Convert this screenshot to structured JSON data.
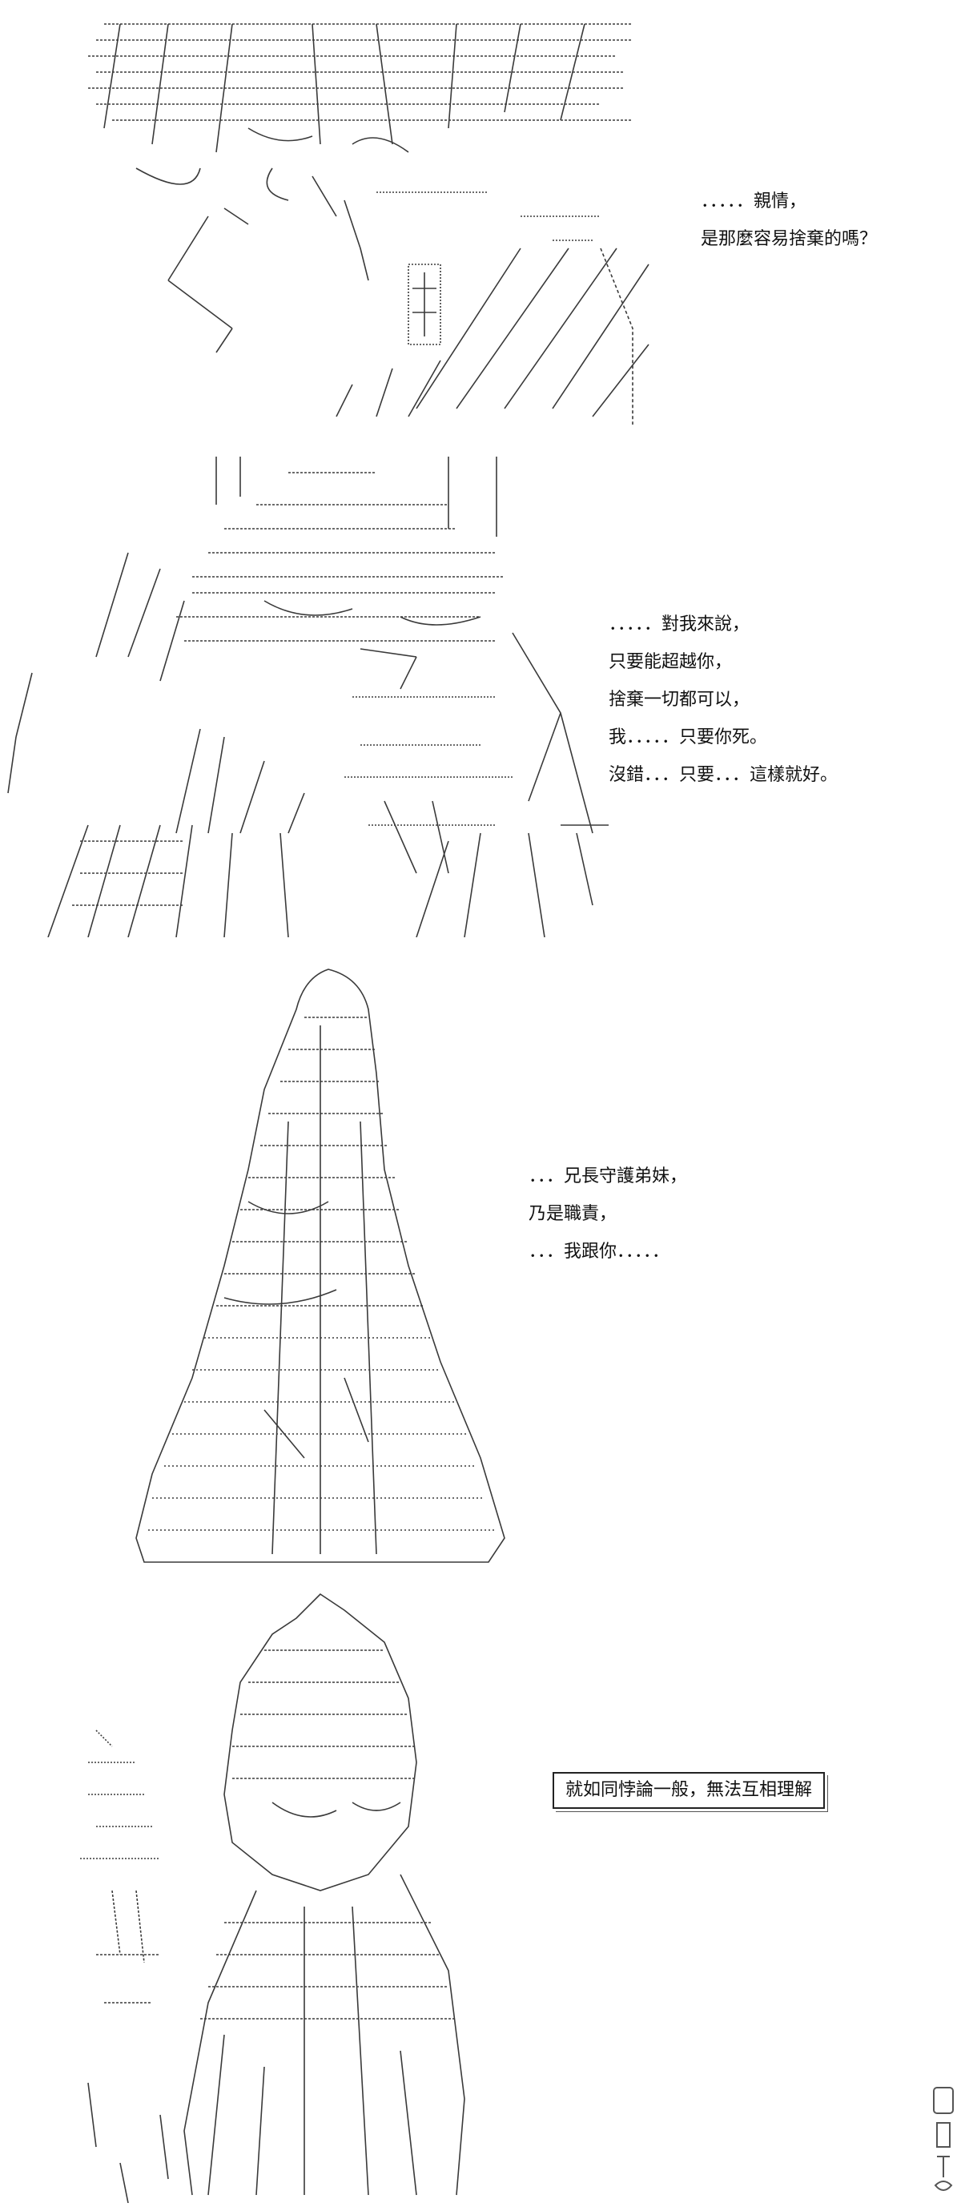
{
  "panels": [
    {
      "dialogue": [
        "．．．．．親情，",
        "是那麼容易捨棄的嗎？"
      ]
    },
    {
      "dialogue": [
        "．．．．．對我來說，",
        "只要能超越你，",
        "捨棄一切都可以，",
        "我．．．．．只要你死。",
        "沒錯．．．只要．．．這樣就好。"
      ]
    },
    {
      "dialogue": [
        "．．．兄長守護弟妹，",
        "乃是職責，",
        "．．．我跟你．．．．．"
      ]
    },
    {
      "dialogue": [
        "就如同悖論一般，無法互相理解"
      ]
    }
  ],
  "colors": {
    "ink": "#111111",
    "art": "#3a3a3a",
    "background": "#ffffff"
  },
  "watermark": {
    "icon": "dmzj-logo-icon"
  }
}
